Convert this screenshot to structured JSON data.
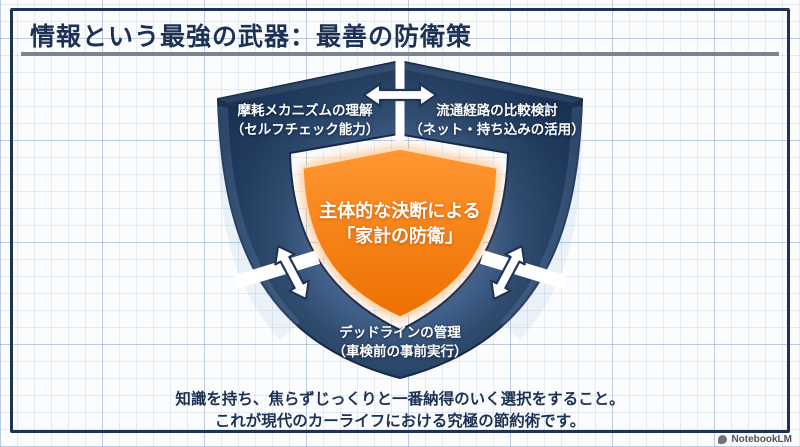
{
  "title": "情報という最強の武器：最善の防衛策",
  "diagram": {
    "segments": {
      "top_left": {
        "line1": "摩耗メカニズムの理解",
        "line2": "（セルフチェック能力）"
      },
      "top_right": {
        "line1": "流通経路の比較検討",
        "line2": "（ネット・持ち込みの活用）"
      },
      "bottom": {
        "line1": "デッドラインの管理",
        "line2": "（車検前の事前実行）"
      }
    },
    "center": {
      "line1": "主体的な決断による",
      "line2": "「家計の防衛」"
    }
  },
  "caption": {
    "line1": "知識を持ち、焦らずじっくりと一番納得のいく選択をすること。",
    "line2": "これが現代のカーライフにおける究極の節約術です。"
  },
  "watermark": {
    "icon": "notebooklm-logo-icon",
    "label": "NotebookLM"
  },
  "colors": {
    "navy": "#24405f",
    "navy-dark": "#16294a",
    "navy-text": "#1c3154",
    "orange": "#f57f0d",
    "rule-gray": "#7b8591",
    "watermark-gray": "#4e5358"
  }
}
